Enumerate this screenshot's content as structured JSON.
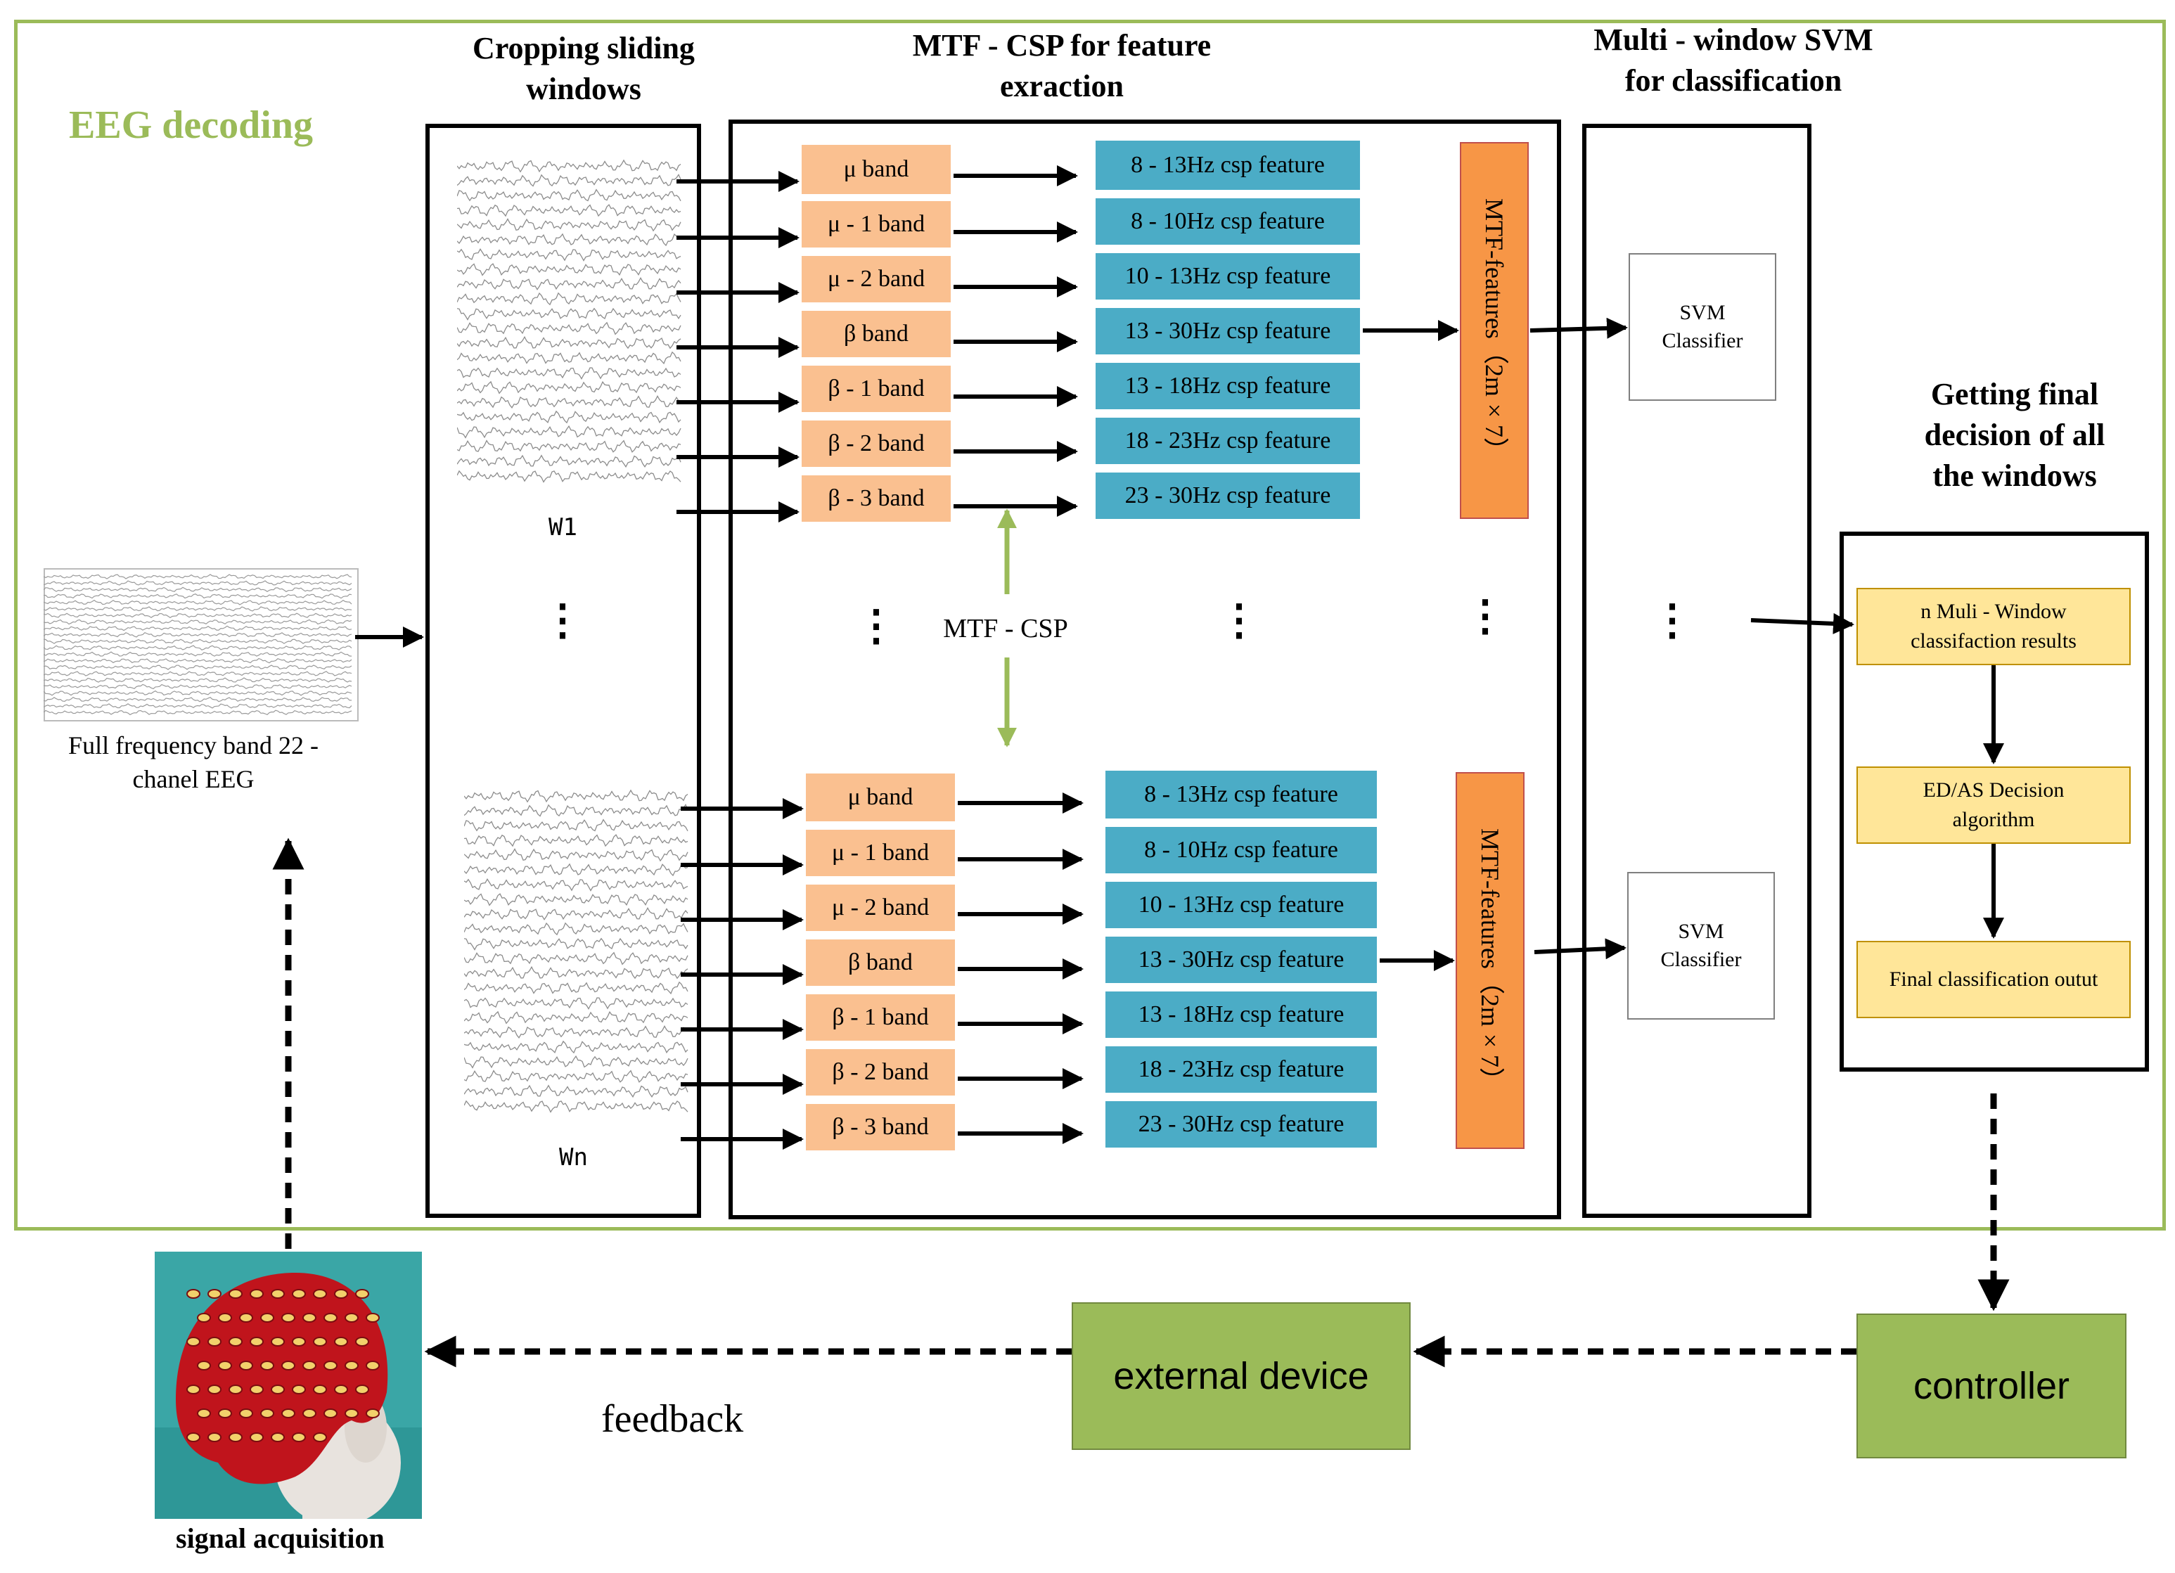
{
  "eeg_decoding": {
    "label": "EEG decoding",
    "full_band_caption": "Full frequency band 22 - chanel EEG"
  },
  "columns": {
    "cropping": "Cropping sliding windows",
    "mtf_csp": "MTF - CSP for feature exraction",
    "svm": "Multi - window SVM for classification",
    "final": "Getting final decision of all the windows"
  },
  "windows": {
    "first": "W1",
    "last": "Wn",
    "ellipsis": "⋮"
  },
  "top_bands": [
    "μ band",
    "μ - 1 band",
    "μ - 2 band",
    "β band",
    "β - 1 band",
    "β - 2 band",
    "β - 3 band"
  ],
  "bottom_bands": [
    "μ band",
    "μ - 1 band",
    "μ - 2 band",
    "β band",
    "β - 1 band",
    "β - 2 band",
    "β - 3 band"
  ],
  "csp_features": [
    "8 - 13Hz csp feature",
    "8 - 10Hz csp feature",
    "10 - 13Hz csp feature",
    "13 - 30Hz csp feature",
    "13 - 18Hz csp feature",
    "18 - 23Hz csp feature",
    "23 - 30Hz csp feature"
  ],
  "mtf_csp_label": "MTF - CSP",
  "mtf_features": "MTF-features（2m×7）",
  "svm_classifier": "SVM Classifier",
  "decision": {
    "multi_window_results": "n Muli - Window classifaction results",
    "edas_algorithm": "ED/AS Decision algorithm",
    "final_output": "Final classification outut"
  },
  "loop": {
    "controller": "controller",
    "external_device": "external device",
    "feedback": "feedback",
    "signal_acquisition": "signal acquisition"
  },
  "colors": {
    "frame_green": "#9bbb59",
    "band_orange": "#fac090",
    "feature_blue": "#4bacc6",
    "mtf_orange": "#f79646",
    "decision_yellow": "#ffe699",
    "device_green": "#9bbb59"
  }
}
